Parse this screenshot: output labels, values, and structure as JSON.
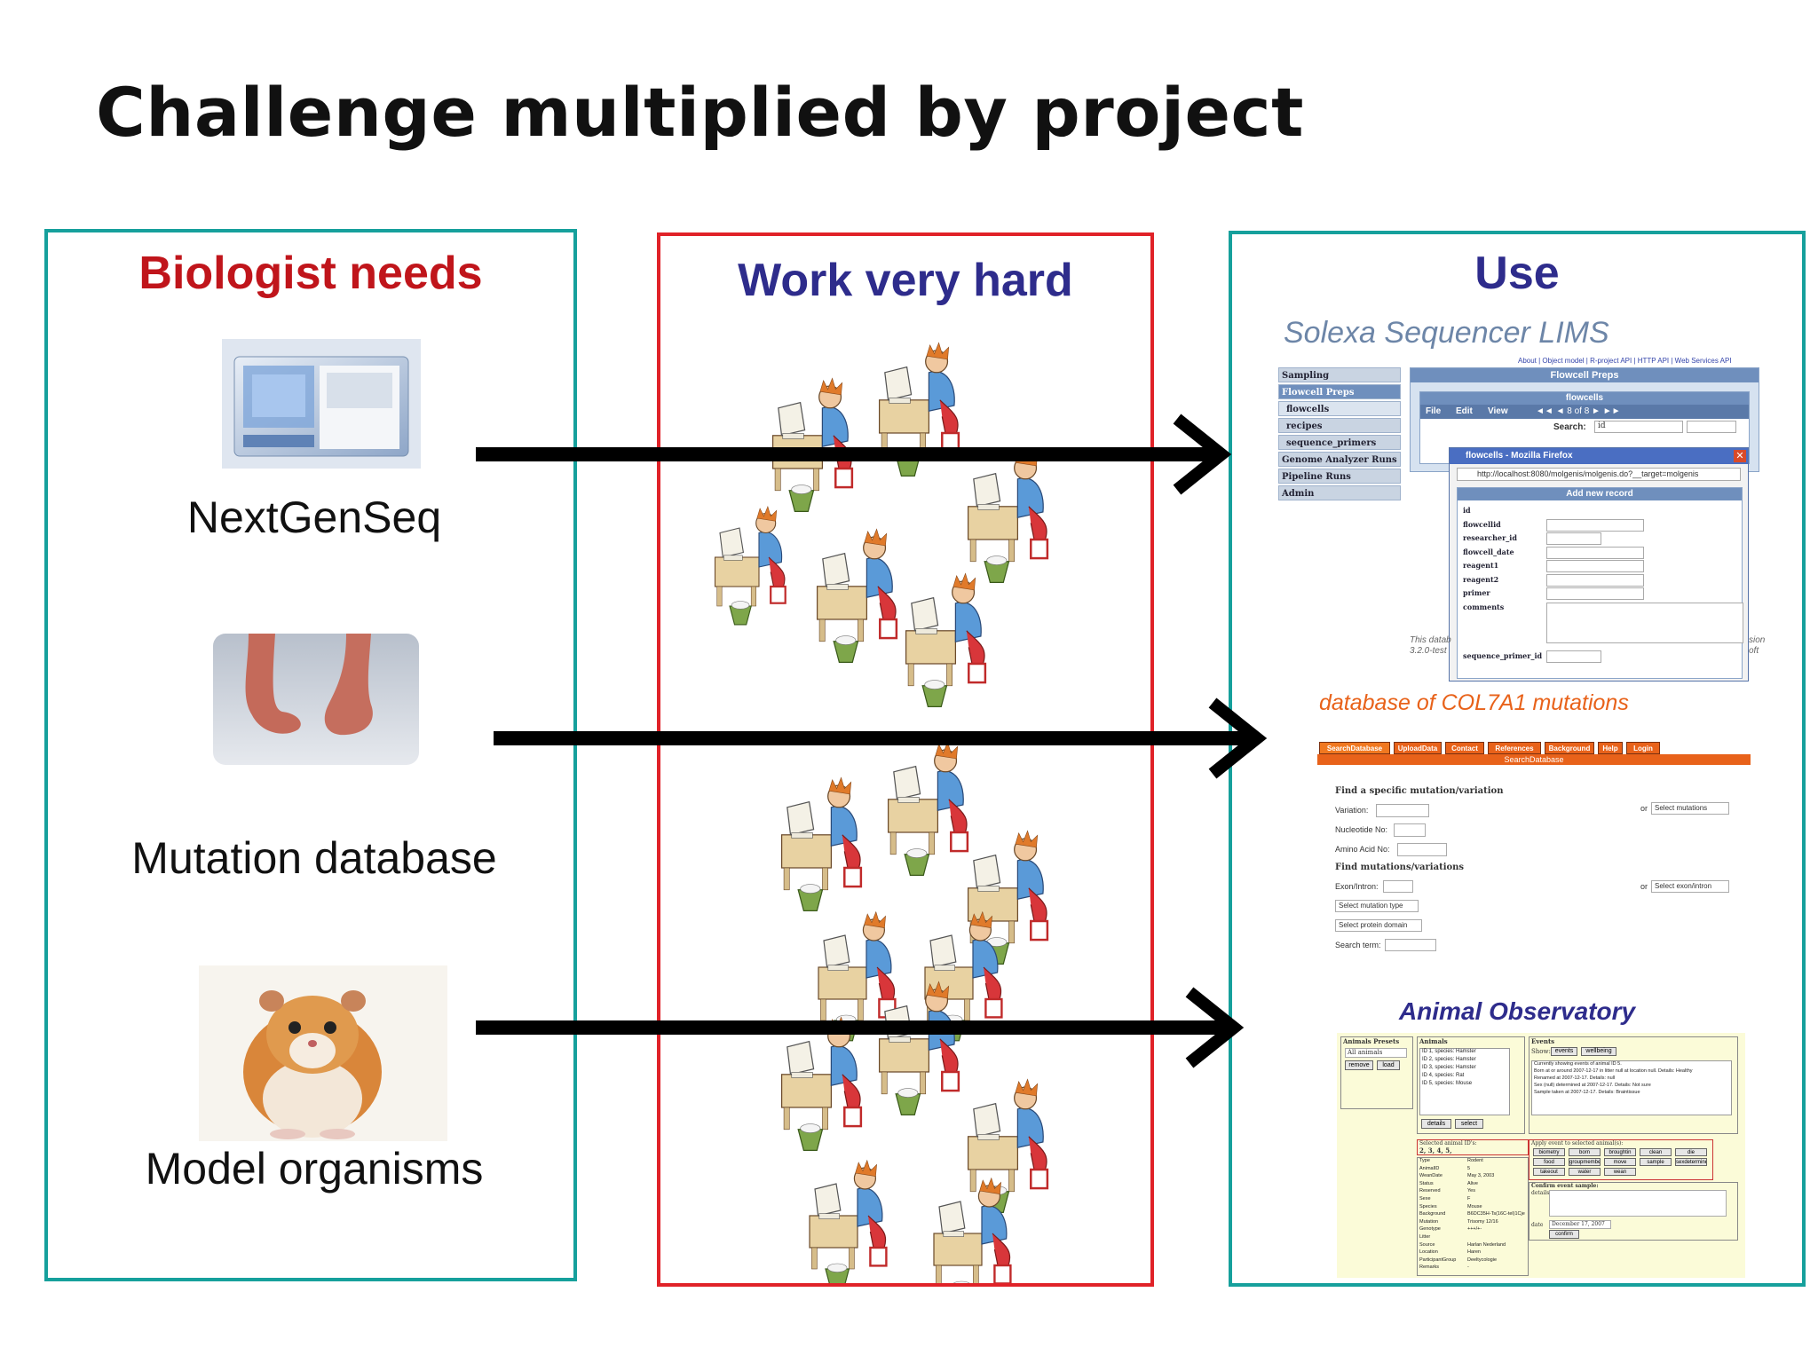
{
  "title": "Challenge multiplied by project",
  "panels": {
    "left": {
      "heading": "Biologist needs",
      "heading_color": "#c0151b",
      "items": [
        {
          "label": "NextGenSeq",
          "icon": "sequencer-machine"
        },
        {
          "label": "Mutation database",
          "icon": "baby-feet-photo"
        },
        {
          "label": "Model organisms",
          "icon": "hamster-photo"
        }
      ]
    },
    "middle": {
      "heading": "Work very hard",
      "heading_color": "#2e2c8c"
    },
    "right": {
      "heading": "Use",
      "heading_color": "#2e2c8c",
      "lims": {
        "title": "Solexa Sequencer LIMS",
        "toplinks": "About | Object model | R-project API | HTTP API | Web Services API",
        "menu": [
          "Sampling",
          "Flowcell Preps",
          "flowcells",
          "recipes",
          "sequence_primers",
          "Genome Analyzer Runs",
          "Pipeline Runs",
          "Admin"
        ],
        "panel_title": "Flowcell Preps",
        "subpanel_title": "flowcells",
        "toolbar": [
          "File",
          "Edit",
          "View"
        ],
        "pager": "◄◄ ◄ 8 of 8 ► ►►",
        "search_label": "Search:",
        "search_value": "id",
        "popup_title": "flowcells - Mozilla Firefox",
        "popup_url": "http://localhost:8080/molgenis/molgenis.do?__target=molgenis",
        "form_title": "Add new record",
        "fields": [
          "id",
          "flowcellid",
          "researcher_id",
          "flowcell_date",
          "reagent1",
          "reagent2",
          "primer",
          "comments",
          "sequence_primer_id"
        ],
        "footer_left": "This datab",
        "footer_left2": "3.2.0-test",
        "footer_right": "sion",
        "footer_right2": "oft"
      },
      "col7": {
        "title": "database of COL7A1 mutations",
        "tabs": [
          "SearchDatabase",
          "UploadData",
          "Contact",
          "References",
          "Background",
          "Help",
          "Login"
        ],
        "bar_label": "SearchDatabase",
        "section1": "Find a specific mutation/variation",
        "rows1": [
          "Variation:",
          "Nucleotide No:",
          "Amino Acid No:"
        ],
        "section2": "Find mutations/variations",
        "rows2": [
          "Exon/Intron:"
        ],
        "select_mut": "Select mutations",
        "select_exon": "Select exon/intron",
        "or": "or",
        "select_type": "Select mutation type",
        "select_domain": "Select protein domain",
        "search_term": "Search term:"
      },
      "animal": {
        "title": "Animal Observatory",
        "presets": "Animals Presets",
        "animals": "Animals",
        "events": "Events",
        "all_animals": "All animals",
        "remove": "remove",
        "load": "load",
        "animal_list": [
          "ID 1, species: Hamster",
          "ID 2, species: Hamster",
          "ID 3, species: Hamster",
          "ID 4, species: Rat",
          "ID 5, species: Mouse"
        ],
        "show": "Show:",
        "events_btn": "events",
        "wellbeing_btn": "wellbeing",
        "event_lines": [
          "Currently showing events of animal ID 5.",
          "Born at or around 2007-12-17 in litter null at location null. Details: Healthy",
          "Renamed at 2007-12-17. Details: null",
          "Sex (null) determined at 2007-12-17. Details: Not sure",
          "Sample taken at 2007-12-17. Details: Braintissue"
        ],
        "details": "details",
        "select": "select",
        "selected_ids_label": "Selected animal ID's:",
        "selected_ids": "2, 3, 4, 5,",
        "apply_label": "Apply event to selected animal(s):",
        "event_buttons": [
          "biometry",
          "born",
          "broughtin",
          "clean",
          "die",
          "food",
          "groupmember",
          "move",
          "sample",
          "sexdetermine",
          "takeout",
          "water",
          "wean"
        ],
        "props": [
          [
            "Type",
            "Rodent"
          ],
          [
            "AnimalID",
            "5"
          ],
          [
            "WeanDate",
            "May 3, 2003"
          ],
          [
            "Status",
            "Alive"
          ],
          [
            "Reserved",
            "Yes"
          ],
          [
            "Sexe",
            "F"
          ],
          [
            "Species",
            "Mouse"
          ],
          [
            "Background",
            "B6DC35H-Ts(16C-tel)1Cje"
          ],
          [
            "Mutation",
            "Trisomy 12/16"
          ],
          [
            "Genotype",
            "+++/+-"
          ],
          [
            "Litter",
            ""
          ],
          [
            "Source",
            "Harlan Nederland"
          ],
          [
            "Location",
            "Haren"
          ],
          [
            "ParticipantGroup",
            "Deeltycologie"
          ],
          [
            "Remarks",
            "-"
          ]
        ],
        "confirm_label": "Confirm event sample:",
        "details_label": "details",
        "date_label": "date",
        "date_value": "December 17, 2007",
        "confirm_btn": "confirm"
      }
    }
  },
  "arrows": [
    {
      "from": "NextGenSeq",
      "to": "Solexa Sequencer LIMS"
    },
    {
      "from": "Mutation database",
      "to": "database of COL7A1 mutations"
    },
    {
      "from": "Model organisms",
      "to": "Animal Observatory"
    }
  ]
}
